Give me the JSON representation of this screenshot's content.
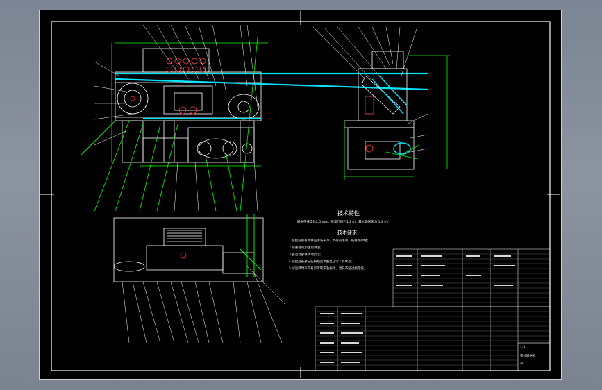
{
  "drawing": {
    "title": "技术特性",
    "subtitle": "技术要求",
    "spec_line": "输送带速度约2.5 m/s，张紧行程约1.2 m，最大输送能力 1.2 t/h",
    "requirements": [
      "1.装配前所有零件应清洗干净，不得有毛刺、铁屑等杂物；",
      "2.减速器内加注润滑油；",
      "3.各运动部件转动灵活；",
      "4.装配后各部分应按规定调整至正常工作状态；",
      "5.试运转时不得有异常噪声及振动，温升不超过规定值。"
    ],
    "title_block": {
      "name": "带式输送机",
      "sheet": "A0",
      "scale": "1:5"
    }
  },
  "colors": {
    "background": "#7d8794",
    "sheet": "#000000",
    "line": "#ffffff",
    "accent": "#00e5ff",
    "dimension": "#00ff00",
    "red": "#ff2020",
    "yellow": "#ffff40"
  }
}
